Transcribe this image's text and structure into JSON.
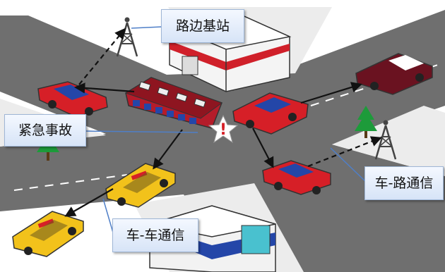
{
  "labels": {
    "roadside_base_station": "路边基站",
    "emergency_accident": "紧急事故",
    "vehicle_to_vehicle": "车-车通信",
    "vehicle_to_road": "车-路通信"
  },
  "colors": {
    "road": "#6f6f6f",
    "sidewalk": "#e9e9e9",
    "accident_car": "#d61f27",
    "roof_blue": "#2446a8",
    "taxi": "#f2c21b",
    "bus": "#b51c2a",
    "dark_car": "#6a1220",
    "callout_fill": "#dce7f7"
  },
  "icons": [
    "tower-icon",
    "tree-icon",
    "warning-star-icon"
  ]
}
